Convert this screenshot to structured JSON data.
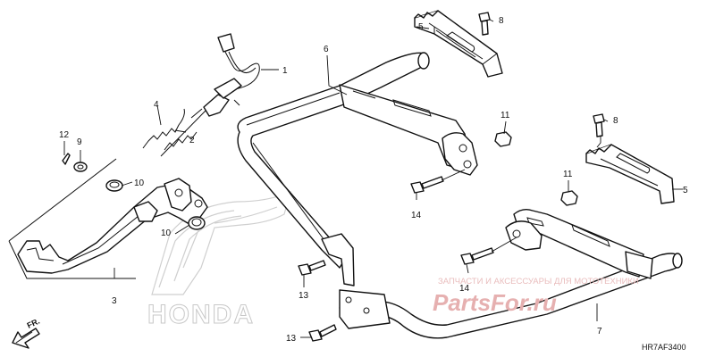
{
  "diagram_code": "HR7AF3400",
  "front_marker": "FR.",
  "watermark": {
    "caption": "ЗАПЧАСТИ И АКСЕССУАРЫ ДЛЯ МОТОТЕХНИКИ",
    "brand": "PartsFor.ru"
  },
  "logo": {
    "brand_text": "HONDA"
  },
  "callouts": {
    "c1": "1",
    "c2": "2",
    "c3": "3",
    "c4": "4",
    "c5a": "5",
    "c5b": "5",
    "c6": "6",
    "c7": "7",
    "c8a": "8",
    "c8b": "8",
    "c9": "9",
    "c10a": "10",
    "c10b": "10",
    "c11a": "11",
    "c11b": "11",
    "c12": "12",
    "c13a": "13",
    "c13b": "13",
    "c14a": "14",
    "c14b": "14"
  },
  "colors": {
    "line": "#111111",
    "watermark": "#e6b0b0",
    "logo": "#cfcfcf"
  }
}
